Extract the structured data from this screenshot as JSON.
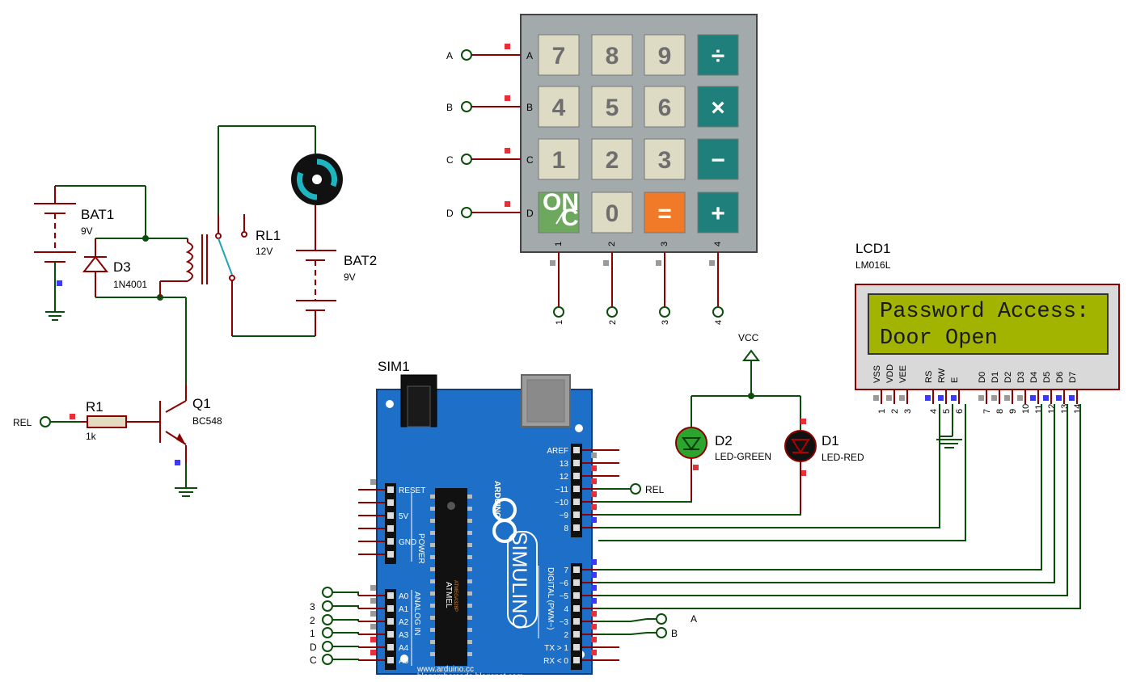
{
  "power": {
    "bat1": {
      "ref": "BAT1",
      "value": "9V"
    },
    "bat2": {
      "ref": "BAT2",
      "value": "9V"
    },
    "d3": {
      "ref": "D3",
      "value": "1N4001"
    },
    "rl1": {
      "ref": "RL1",
      "value": "12V"
    },
    "r1": {
      "ref": "R1",
      "value": "1k"
    },
    "q1": {
      "ref": "Q1",
      "value": "BC548"
    },
    "rel_terminal": "REL"
  },
  "keypad": {
    "row_labels": [
      "A",
      "B",
      "C",
      "D"
    ],
    "col_labels": [
      "1",
      "2",
      "3",
      "4"
    ],
    "keys": [
      {
        "label": "7",
        "kind": "num"
      },
      {
        "label": "8",
        "kind": "num"
      },
      {
        "label": "9",
        "kind": "num"
      },
      {
        "label": "÷",
        "kind": "op"
      },
      {
        "label": "4",
        "kind": "num"
      },
      {
        "label": "5",
        "kind": "num"
      },
      {
        "label": "6",
        "kind": "num"
      },
      {
        "label": "×",
        "kind": "op"
      },
      {
        "label": "1",
        "kind": "num"
      },
      {
        "label": "2",
        "kind": "num"
      },
      {
        "label": "3",
        "kind": "num"
      },
      {
        "label": "−",
        "kind": "op"
      },
      {
        "label": "ON/C",
        "kind": "on"
      },
      {
        "label": "0",
        "kind": "num"
      },
      {
        "label": "=",
        "kind": "eq"
      },
      {
        "label": "+",
        "kind": "op"
      }
    ]
  },
  "lcd": {
    "ref": "LCD1",
    "model": "LM016L",
    "line1": "Password Access:",
    "line2": "Door Open",
    "pin_names": [
      "VSS",
      "VDD",
      "VEE",
      "RS",
      "RW",
      "E",
      "D0",
      "D1",
      "D2",
      "D3",
      "D4",
      "D5",
      "D6",
      "D7"
    ],
    "pin_numbers": [
      "1",
      "2",
      "3",
      "4",
      "5",
      "6",
      "7",
      "8",
      "9",
      "10",
      "11",
      "12",
      "13",
      "14"
    ]
  },
  "leds": {
    "d2": {
      "ref": "D2",
      "value": "LED-GREEN"
    },
    "d1": {
      "ref": "D1",
      "value": "LED-RED"
    },
    "vcc": "VCC"
  },
  "arduino": {
    "ref": "SIM1",
    "digital_high": [
      "AREF",
      "13",
      "12",
      "~11",
      "~10",
      "~9",
      "8"
    ],
    "digital_low": [
      "7",
      "~6",
      "~5",
      "4",
      "~3",
      "2",
      "TX > 1",
      "RX < 0"
    ],
    "power_pins": [
      "RESET",
      "",
      "5V",
      "",
      "GND",
      ""
    ],
    "analog_pins": [
      "A0",
      "A1",
      "A2",
      "A3",
      "A4",
      "A5"
    ],
    "analog_terminals": [
      "",
      "3",
      "2",
      "1",
      "D",
      "C"
    ],
    "digital_terminals": {
      "pin12": "REL",
      "pin3": "A",
      "pin2": "B"
    },
    "brand": "SIMULINO",
    "logo_text": "ARDUINO",
    "digital_caption": "DIGITAL (PWM~)",
    "analog_caption": "ANALOG IN",
    "power_caption": "POWER",
    "chip_text": "ATMEL",
    "chip_model": "ATMEGA328P",
    "url1": "www.arduino.cc",
    "url2": "blogembarcado.blogspot.com"
  },
  "colors": {
    "wire": "#0b4d0b",
    "component": "#8b0000",
    "arduino_board": "#1e6fc7",
    "lcd_screen": "#a3b400",
    "keypad_body": "#a2aaab",
    "key_num": "#dedbc5",
    "key_op": "#1f7f7a",
    "key_on": "#6ea85f",
    "key_eq": "#f07a28"
  }
}
